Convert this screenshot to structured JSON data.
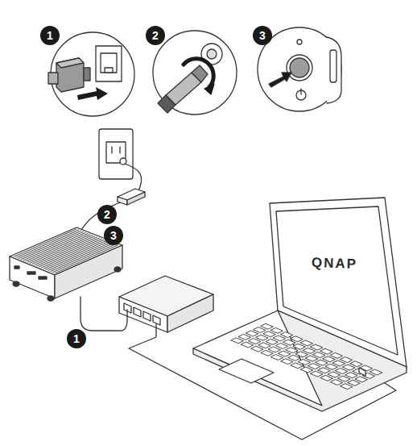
{
  "diagram": {
    "labels": [
      "1",
      "2",
      "3",
      "2",
      "3",
      "1",
      "QNAP"
    ]
  }
}
